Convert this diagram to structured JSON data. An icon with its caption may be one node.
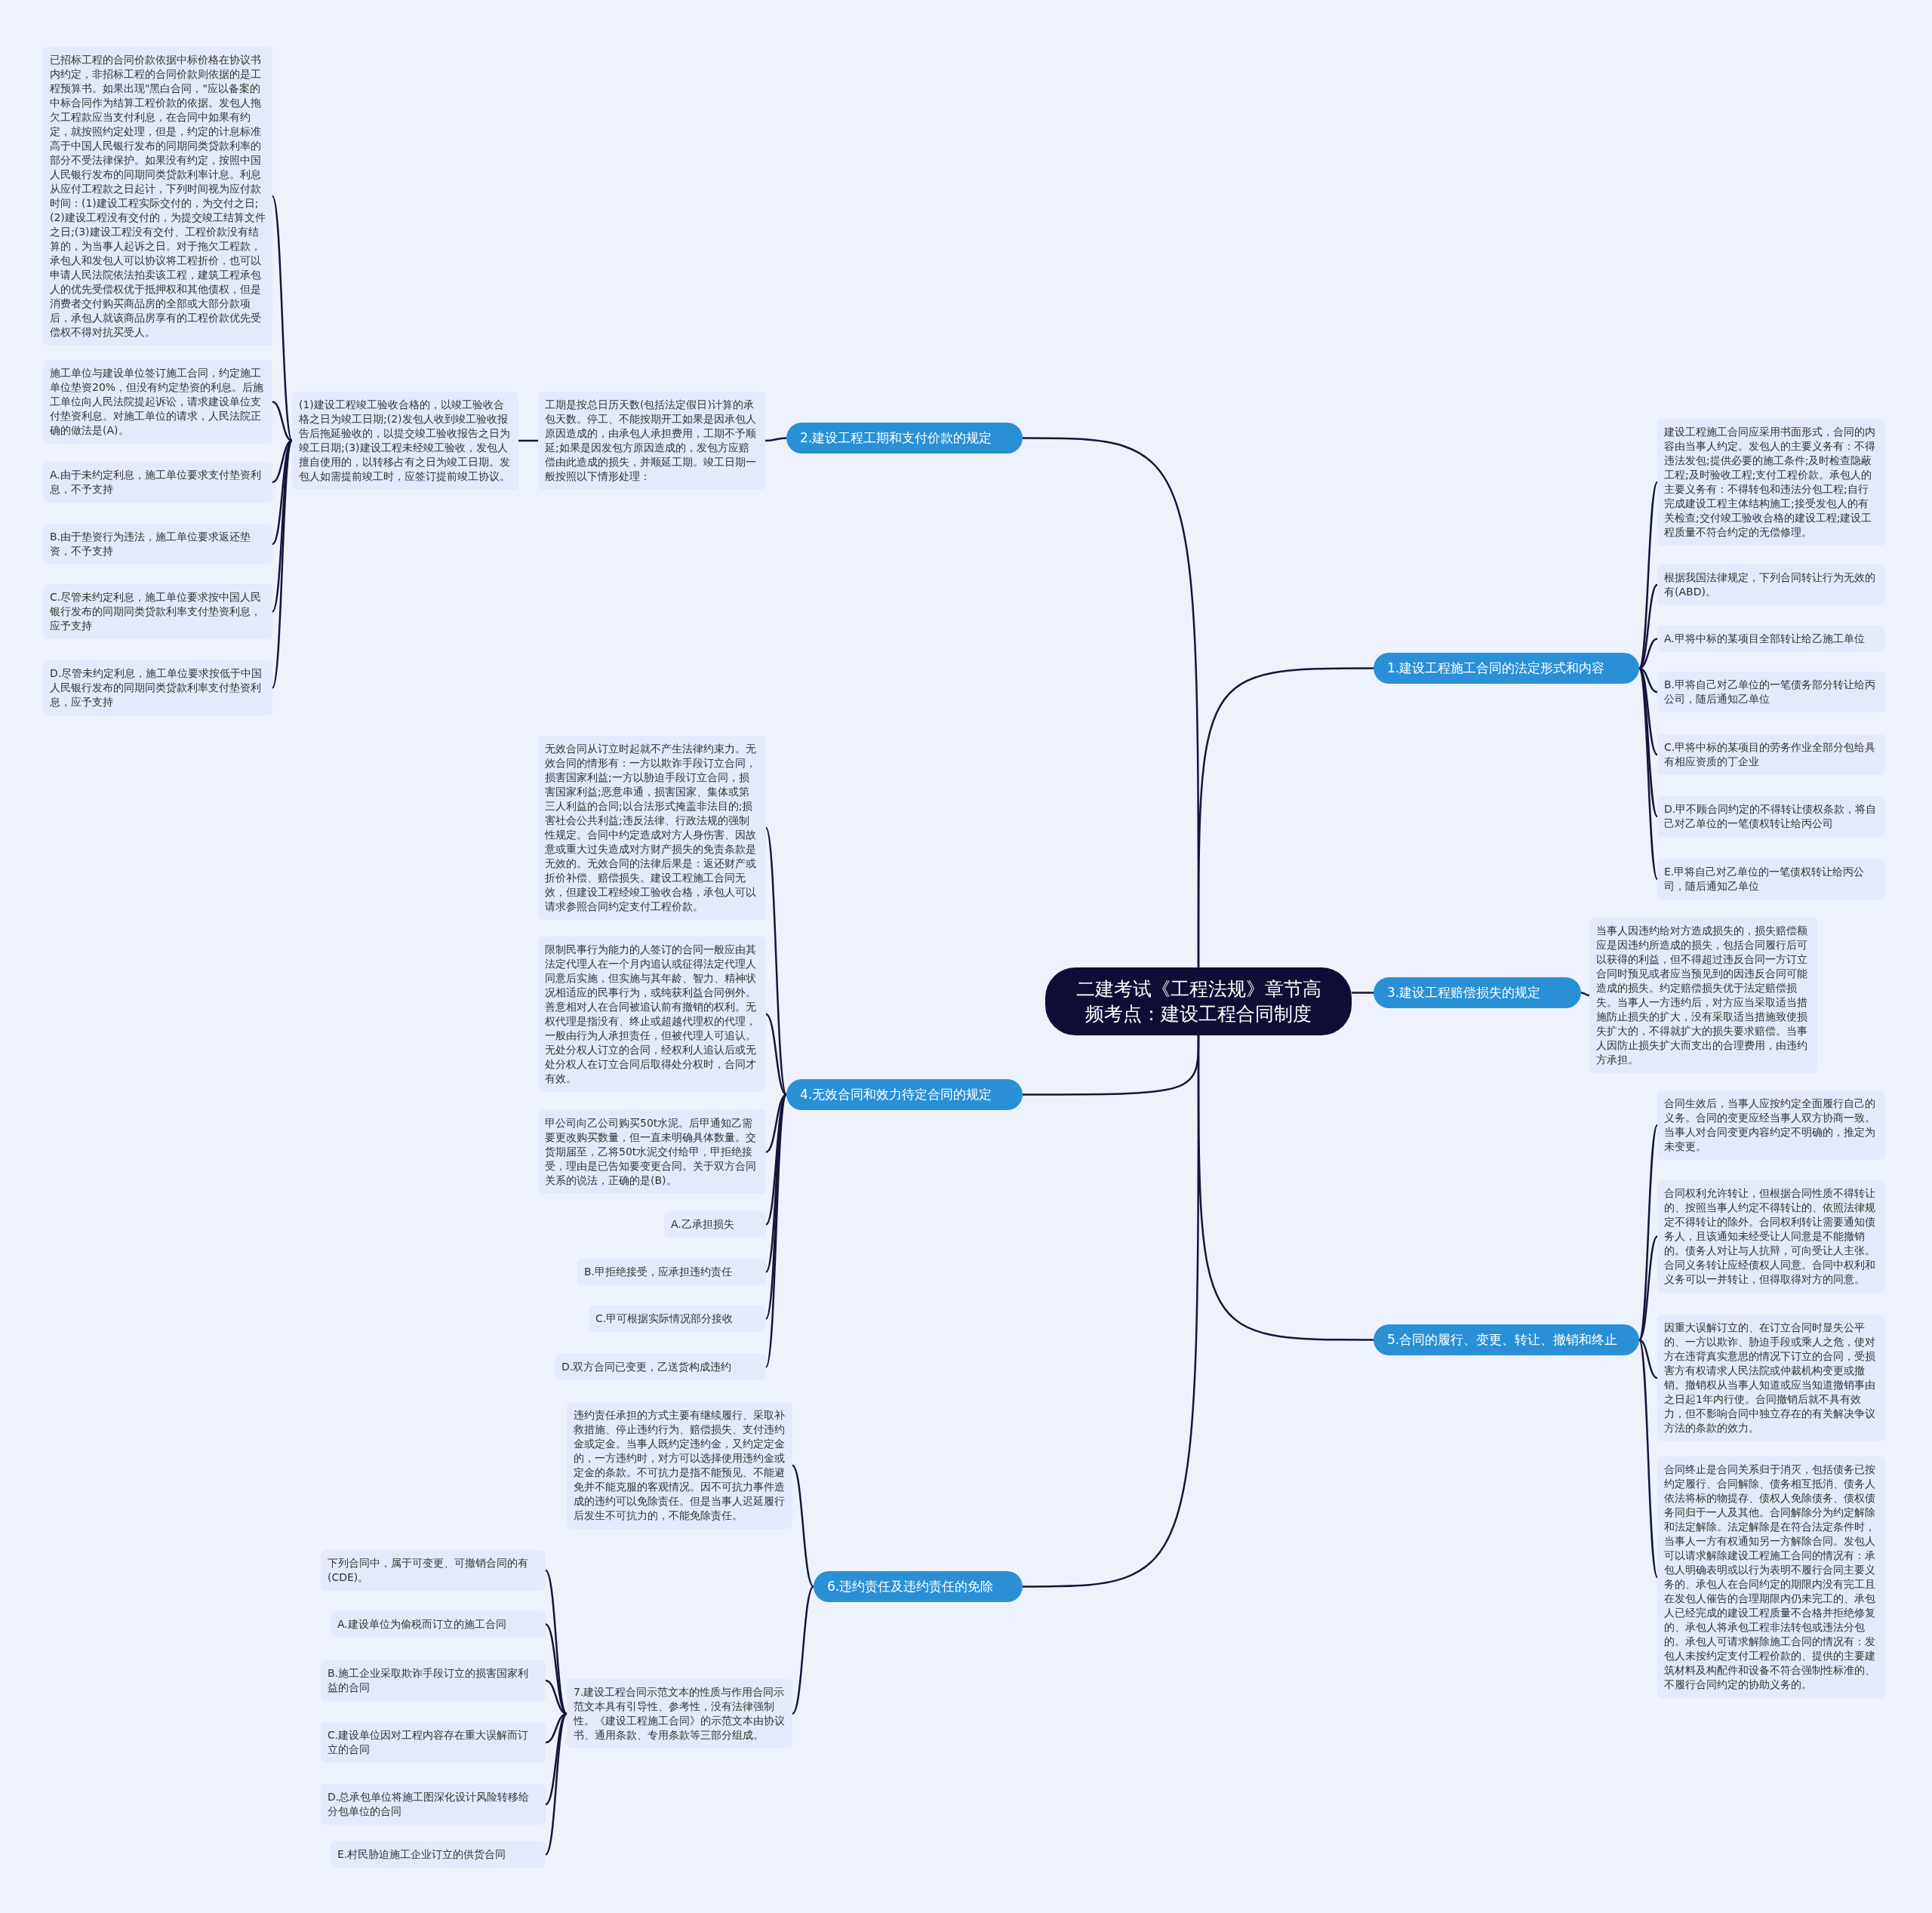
{
  "diagram": {
    "nodes": [
      {
        "text": [
          "二建考试《工程法规》章节高频考点：建设工程合同制度"
        ]
      },
      {
        "text": [
          "1.建设工程施工合同的法定形式和内容"
        ]
      },
      {
        "text": [
          "建设工程施工合同应采用书面形式，合同的内容由当事人约定。发包人的主要义务有：不得违法发包;提供必要的施工条件;及时检查隐蔽工程;及时验收工程;支付工程价款。承包人的主要义务有：不得转包和违法分包工程;自行完成建设工程主体结构施工;接受发包人的有关检查;交付竣工验收合格的建设工程;建设工程质量不符合约定的无偿修理。"
        ]
      },
      {
        "text": [
          "根据我国法律规定，下列合同转让行为无效的有(ABD)。"
        ]
      },
      {
        "text": [
          "A.甲将中标的某项目全部转让给乙施工单位"
        ]
      },
      {
        "text": [
          "B.甲将自己对乙单位的一笔债务部分转让给丙公司，随后通知乙单位"
        ]
      },
      {
        "text": [
          "C.甲将中标的某项目的劳务作业全部分包给具有相应资质的丁企业"
        ]
      },
      {
        "text": [
          "D.甲不顾合同约定的不得转让债权条款，将自己对乙单位的一笔债权转让给丙公司"
        ]
      },
      {
        "text": [
          "E.甲将自己对乙单位的一笔债权转让给丙公司，随后通知乙单位"
        ]
      },
      {
        "text": [
          "2.建设工程工期和支付价款的规定"
        ]
      },
      {
        "text": [
          "工期是按总日历天数(包括法定假日)计算的承包天数。停工、不能按期开工如果是因承包人原因造成的，由承包人承担费用，工期不予顺延;如果是因发包方原因造成的，发包方应赔偿由此造成的损失，并顺延工期。竣工日期一般按照以下情形处理："
        ]
      },
      {
        "text": [
          "(1)建设工程竣工验收合格的，以竣工验收合格之日为竣工日期;(2)发包人收到竣工验收报告后拖延验收的，以提交竣工验收报告之日为竣工日期;(3)建设工程未经竣工验收，发包人擅自使用的，以转移占有之日为竣工日期。发包人如需提前竣工时，应签订提前竣工协议。"
        ]
      },
      {
        "text": [
          "已招标工程的合同价款依据中标价格在协议书内约定，非招标工程的合同价款则依据的是工程预算书。如果出现\"黑白合同，\"应以备案的中标合同作为结算工程价款的依据。发包人拖欠工程款应当支付利息，在合同中如果有约定，就按照约定处理，但是，约定的计息标准高于中国人民银行发布的同期同类贷款利率的部分不受法律保护。如果没有约定，按照中国人民银行发布的同期同类贷款利率计息。利息从应付工程款之日起计，下列时间视为应付款时间：(1)建设工程实际交付的，为交付之日;(2)建设工程没有交付的，为提交竣工结算文件之日;(3)建设工程没有交付、工程价款没有结算的，为当事人起诉之日。对于拖欠工程款，承包人和发包人可以协议将工程折价，也可以申请人民法院依法拍卖该工程，建筑工程承包人的优先受偿权优于抵押权和其他债权，但是消费者交付购买商品房的全部或大部分款项后，承包人就该商品房享有的工程价款优先受偿权不得对抗买受人。"
        ]
      },
      {
        "text": [
          "施工单位与建设单位签订施工合同，约定施工单位垫资20%，但没有约定垫资的利息。后施工单位向人民法院提起诉讼，请求建设单位支付垫资利息。对施工单位的请求，人民法院正确的做法是(A)。"
        ]
      },
      {
        "text": [
          "A.由于未约定利息，施工单位要求支付垫资利息，不予支持"
        ]
      },
      {
        "text": [
          "B.由于垫资行为违法，施工单位要求返还垫资，不予支持"
        ]
      },
      {
        "text": [
          "C.尽管未约定利息，施工单位要求按中国人民银行发布的同期同类贷款利率支付垫资利息，应予支持"
        ]
      },
      {
        "text": [
          "D.尽管未约定利息，施工单位要求按低于中国人民银行发布的同期同类贷款利率支付垫资利息，应予支持"
        ]
      },
      {
        "text": [
          "3.建设工程赔偿损失的规定"
        ]
      },
      {
        "text": [
          "当事人因违约给对方造成损失的，损失赔偿额应是因违约所造成的损失，包括合同履行后可以获得的利益，但不得超过违反合同一方订立合同时预见或者应当预见到的因违反合同可能造成的损失。约定赔偿损失优于法定赔偿损失。当事人一方违约后，对方应当采取适当措施防止损失的扩大，没有采取适当措施致使损失扩大的，不得就扩大的损失要求赔偿。当事人因防止损失扩大而支出的合理费用，由违约方承担。"
        ]
      },
      {
        "text": [
          "4.无效合同和效力待定合同的规定"
        ]
      },
      {
        "text": [
          "无效合同从订立时起就不产生法律约束力。无效合同的情形有：一方以欺诈手段订立合同，损害国家利益;一方以胁迫手段订立合同，损害国家利益;恶意串通，损害国家、集体或第三人利益的合同;以合法形式掩盖非法目的;损害社会公共利益;违反法律、行政法规的强制性规定。合同中约定造成对方人身伤害、因故意或重大过失造成对方财产损失的免责条款是无效的。无效合同的法律后果是：返还财产或折价补偿、赔偿损失。建设工程施工合同无效，但建设工程经竣工验收合格，承包人可以请求参照合同约定支付工程价款。"
        ]
      },
      {
        "text": [
          "限制民事行为能力的人签订的合同一般应由其法定代理人在一个月内追认或征得法定代理人同意后实施，但实施与其年龄、智力、精神状况相适应的民事行为，或纯获利益合同例外。善意相对人在合同被追认前有撤销的权利。无权代理是指没有、终止或超越代理权的代理，一般由行为人承担责任，但被代理人可追认。无处分权人订立的合同，经权利人追认后或无处分权人在订立合同后取得处分权时，合同才有效。"
        ]
      },
      {
        "text": [
          "甲公司向乙公司购买50t水泥。后甲通知乙需要更改购买数量，但一直未明确具体数量。交货期届至，乙将50t水泥交付给甲，甲拒绝接受，理由是已告知要变更合同。关于双方合同关系的说法，正确的是(B)。"
        ]
      },
      {
        "text": [
          "A.乙承担损失"
        ]
      },
      {
        "text": [
          "B.甲拒绝接受，应承担违约责任"
        ]
      },
      {
        "text": [
          "C.甲可根据实际情况部分接收"
        ]
      },
      {
        "text": [
          "D.双方合同已变更，乙送货构成违约"
        ]
      },
      {
        "text": [
          "5.合同的履行、变更、转让、撤销和终止"
        ]
      },
      {
        "text": [
          "合同生效后，当事人应按约定全面履行自己的义务。合同的变更应经当事人双方协商一致。当事人对合同变更内容约定不明确的，推定为未变更。"
        ]
      },
      {
        "text": [
          "合同权利允许转让，但根据合同性质不得转让的、按照当事人约定不得转让的、依照法律规定不得转让的除外。合同权利转让需要通知债务人，且该通知未经受让人同意是不能撤销的。债务人对让与人抗辩，可向受让人主张。合同义务转让应经债权人同意。合同中权利和义务可以一并转让，但得取得对方的同意。"
        ]
      },
      {
        "text": [
          "因重大误解订立的、在订立合同时显失公平的、一方以欺诈、胁迫手段或乘人之危，使对方在违背真实意思的情况下订立的合同，受损害方有权请求人民法院或仲裁机构变更或撤销。撤销权从当事人知道或应当知道撤销事由之日起1年内行使。合同撤销后就不具有效力，但不影响合同中独立存在的有关解决争议方法的条款的效力。"
        ]
      },
      {
        "text": [
          "合同终止是合同关系归于消灭，包括债务已按约定履行、合同解除、债务相互抵消、债务人依法将标的物提存、债权人免除债务、债权债务同归于一人及其他。合同解除分为约定解除和法定解除。法定解除是在符合法定条件时，当事人一方有权通知另一方解除合同。发包人可以请求解除建设工程施工合同的情况有：承包人明确表明或以行为表明不履行合同主要义务的、承包人在合同约定的期限内没有完工且在发包人催告的合理期限内仍未完工的、承包人已经完成的建设工程质量不合格并拒绝修复的、承包人将承包工程非法转包或违法分包的。承包人可请求解除施工合同的情况有：发包人未按约定支付工程价款的、提供的主要建筑材料及构配件和设备不符合强制性标准的、不履行合同约定的协助义务的。"
        ]
      },
      {
        "text": [
          "6.违约责任及违约责任的免除"
        ]
      },
      {
        "text": [
          "违约责任承担的方式主要有继续履行、采取补救措施、停止违约行为、赔偿损失、支付违约金或定金。当事人既约定违约金，又约定定金的，一方违约时，对方可以选择使用违约金或定金的条款。不可抗力是指不能预见、不能避免并不能克服的客观情况。因不可抗力事件造成的违约可以免除责任。但是当事人迟延履行后发生不可抗力的，不能免除责任。"
        ]
      },
      {
        "text": [
          "7.建设工程合同示范文本的性质与作用合同示范文本具有引导性、参考性，没有法律强制性。《建设工程施工合同》的示范文本由协议书、通用条款、专用条款等三部分组成。"
        ]
      },
      {
        "text": [
          "下列合同中，属于可变更、可撤销合同的有(CDE)。"
        ]
      },
      {
        "text": [
          "A.建设单位为偷税而订立的施工合同"
        ]
      },
      {
        "text": [
          "B.施工企业采取欺诈手段订立的损害国家利益的合同"
        ]
      },
      {
        "text": [
          "C.建设单位因对工程内容存在重大误解而订立的合同"
        ]
      },
      {
        "text": [
          "D.总承包单位将施工图深化设计风险转移给分包单位的合同"
        ]
      },
      {
        "text": [
          "E.村民胁迫施工企业订立的供货合同"
        ]
      }
    ],
    "edges": [
      {
        "from": 0,
        "to": 1,
        "arrow": "none"
      },
      {
        "from": 0,
        "to": 9,
        "arrow": "none"
      },
      {
        "from": 0,
        "to": 18,
        "arrow": "none"
      },
      {
        "from": 0,
        "to": 20,
        "arrow": "none"
      },
      {
        "from": 0,
        "to": 28,
        "arrow": "none"
      },
      {
        "from": 0,
        "to": 33,
        "arrow": "none"
      },
      {
        "from": 1,
        "to": 2,
        "arrow": "none"
      },
      {
        "from": 1,
        "to": 3,
        "arrow": "none"
      },
      {
        "from": 1,
        "to": 4,
        "arrow": "none"
      },
      {
        "from": 1,
        "to": 5,
        "arrow": "none"
      },
      {
        "from": 1,
        "to": 6,
        "arrow": "none"
      },
      {
        "from": 1,
        "to": 7,
        "arrow": "none"
      },
      {
        "from": 1,
        "to": 8,
        "arrow": "none"
      },
      {
        "from": 9,
        "to": 10,
        "arrow": "none"
      },
      {
        "from": 10,
        "to": 11,
        "arrow": "none"
      },
      {
        "from": 11,
        "to": 12,
        "arrow": "none"
      },
      {
        "from": 11,
        "to": 13,
        "arrow": "none"
      },
      {
        "from": 11,
        "to": 14,
        "arrow": "none"
      },
      {
        "from": 11,
        "to": 15,
        "arrow": "none"
      },
      {
        "from": 11,
        "to": 16,
        "arrow": "none"
      },
      {
        "from": 11,
        "to": 17,
        "arrow": "none"
      },
      {
        "from": 18,
        "to": 19,
        "arrow": "none"
      },
      {
        "from": 20,
        "to": 21,
        "arrow": "none"
      },
      {
        "from": 20,
        "to": 22,
        "arrow": "none"
      },
      {
        "from": 20,
        "to": 23,
        "arrow": "none"
      },
      {
        "from": 20,
        "to": 24,
        "arrow": "none"
      },
      {
        "from": 20,
        "to": 25,
        "arrow": "none"
      },
      {
        "from": 20,
        "to": 26,
        "arrow": "none"
      },
      {
        "from": 20,
        "to": 27,
        "arrow": "none"
      },
      {
        "from": 28,
        "to": 29,
        "arrow": "none"
      },
      {
        "from": 28,
        "to": 30,
        "arrow": "none"
      },
      {
        "from": 28,
        "to": 31,
        "arrow": "none"
      },
      {
        "from": 28,
        "to": 32,
        "arrow": "none"
      },
      {
        "from": 33,
        "to": 34,
        "arrow": "none"
      },
      {
        "from": 33,
        "to": 35,
        "arrow": "none"
      },
      {
        "from": 35,
        "to": 36,
        "arrow": "none"
      },
      {
        "from": 35,
        "to": 37,
        "arrow": "none"
      },
      {
        "from": 35,
        "to": 38,
        "arrow": "none"
      },
      {
        "from": 35,
        "to": 39,
        "arrow": "none"
      },
      {
        "from": 35,
        "to": 40,
        "arrow": "none"
      },
      {
        "from": 35,
        "to": 41,
        "arrow": "none"
      }
    ]
  }
}
